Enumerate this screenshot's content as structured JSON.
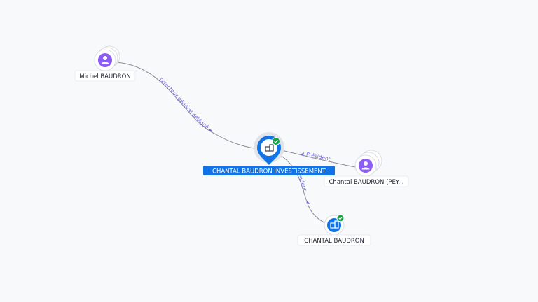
{
  "nodes": {
    "main": {
      "label": "CHANTAL BAUDRON INVESTISSEMENT",
      "type": "company",
      "verified": true,
      "selected": true
    },
    "michel": {
      "label": "Michel BAUDRON",
      "type": "person"
    },
    "chantal": {
      "label": "Chantal BAUDRON (PEY...",
      "type": "person"
    },
    "sub": {
      "label": "CHANTAL BAUDRON",
      "type": "company",
      "verified": true
    }
  },
  "edges": [
    {
      "id": "michel-main",
      "label": "Directeur général délégué"
    },
    {
      "id": "chantal-main",
      "label": "Président"
    },
    {
      "id": "main-sub",
      "label": "Président"
    }
  ],
  "icons": {
    "person": "person-icon",
    "company": "building-icon",
    "verified": "check-badge-icon",
    "pin": "location-pin-icon"
  },
  "colors": {
    "person": "#8b5cf6",
    "company": "#1273e6",
    "verified": "#16a34a",
    "edge": "#8a8a96",
    "edge_label": "#6a66d8"
  }
}
